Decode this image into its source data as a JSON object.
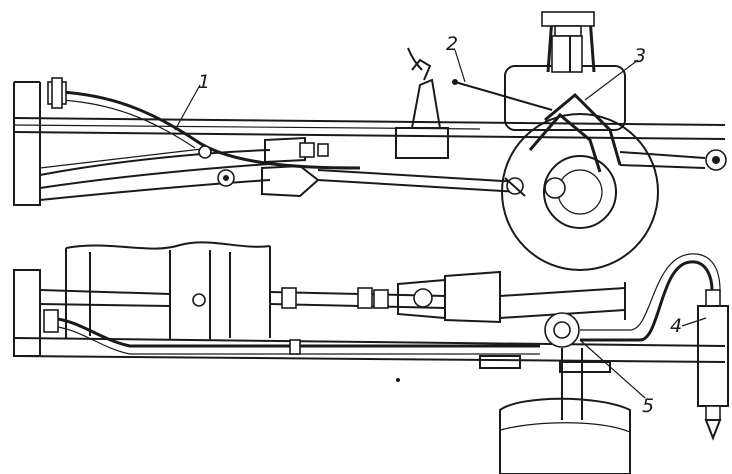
{
  "diagram": {
    "callouts": [
      {
        "id": "c1",
        "label": "1"
      },
      {
        "id": "c2",
        "label": "2"
      },
      {
        "id": "c3",
        "label": "3"
      },
      {
        "id": "c4",
        "label": "4"
      },
      {
        "id": "c5",
        "label": "5"
      }
    ],
    "ink_color": "#1a1a1a",
    "background_color": "#ffffff"
  }
}
